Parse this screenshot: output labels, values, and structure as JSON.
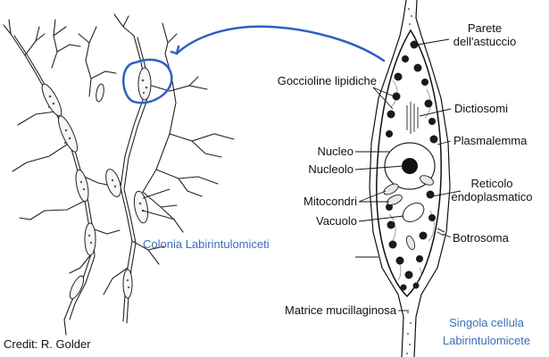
{
  "labels": {
    "parete": "Parete\ndell'astuccio",
    "goccioline": "Goccioline lipidiche",
    "dictiosomi": "Dictiosomi",
    "plasmalemma": "Plasmalemma",
    "nucleo": "Nucleo",
    "nucleolo": "Nucleolo",
    "reticolo": "Reticolo\nendoplasmatico",
    "mitocondri": "Mitocondri",
    "vacuolo": "Vacuolo",
    "botrosoma": "Botrosoma",
    "matrice": "Matrice mucillaginosa"
  },
  "captions": {
    "colony": "Colonia Labirintulomiceti",
    "cell": "Singola cellula\nLabirintulomicete"
  },
  "credit": "Credit: R. Golder",
  "colors": {
    "accent_blue": "#3a6fb5",
    "line": "#111111"
  }
}
